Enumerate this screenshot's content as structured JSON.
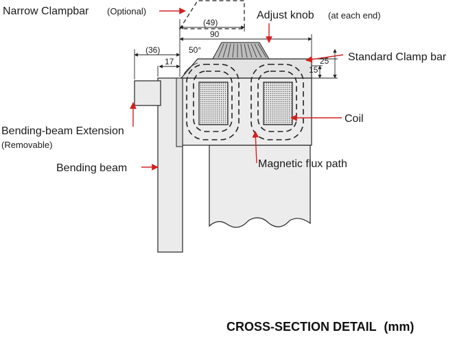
{
  "labels": {
    "narrow_clampbar": "Narrow Clampbar",
    "optional": "(Optional)",
    "adjust_knob": "Adjust knob",
    "at_each_end": "(at each end)",
    "standard_clamp_bar": "Standard Clamp bar",
    "coil": "Coil",
    "magnetic_flux_path": "Magnetic flux path",
    "bending_beam_extension": "Bending-beam Extension",
    "removable": "(Removable)",
    "bending_beam": "Bending beam"
  },
  "dimensions": {
    "d49": "(49)",
    "d90": "90",
    "d50deg": "50°",
    "d36": "(36)",
    "d17": "17",
    "d25": "25",
    "d15": "15"
  },
  "title": {
    "main": "CROSS-SECTION DETAIL",
    "unit": "(mm)"
  },
  "colors": {
    "line": "#222222",
    "annotation_arrow": "#d42020",
    "body_fill": "#ebebeb",
    "coil_fill": "#d9d9d9"
  }
}
